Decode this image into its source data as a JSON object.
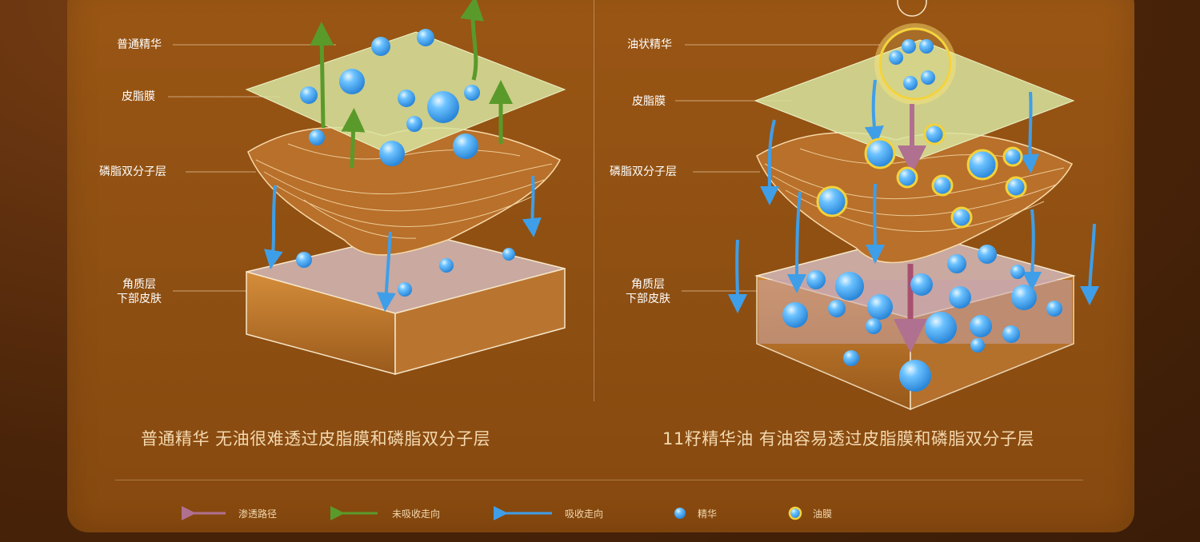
{
  "left": {
    "labels": {
      "essence": "普通精华",
      "sebum": "皮脂膜",
      "bilayer": "磷脂双分子层",
      "horny": "角质层",
      "lower": "下部皮肤"
    },
    "caption": "普通精华  无油很难透过皮脂膜和磷脂双分子层"
  },
  "right": {
    "labels": {
      "oil": "油状精华",
      "sebum": "皮脂膜",
      "bilayer": "磷脂双分子层",
      "horny": "角质层",
      "lower": "下部皮肤"
    },
    "caption": "11籽精华油  有油容易透过皮脂膜和磷脂双分子层"
  },
  "legend": {
    "penetration": "渗透路径",
    "unabsorbed": "未吸收走向",
    "absorbed": "吸收走向",
    "essence": "精华",
    "oil_film": "油膜"
  },
  "colors": {
    "penetration_arrow": "#b07090",
    "unabsorbed_arrow": "#5a9a2a",
    "absorbed_arrow": "#3f9ee8",
    "essence_dot": "#4aa8f0",
    "oil_ring": "#f4d23a"
  }
}
